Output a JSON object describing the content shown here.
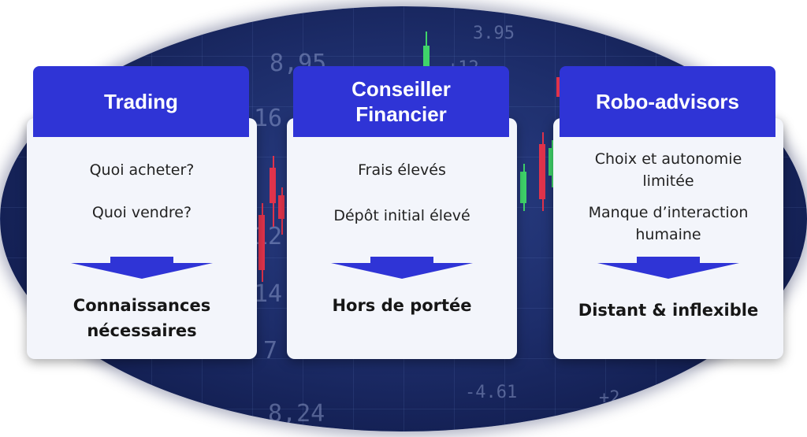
{
  "background": {
    "numbers": [
      "8,95",
      "16",
      "12",
      "14",
      "7",
      "-4.61",
      "8,24",
      "+12",
      "3.95",
      "+2"
    ]
  },
  "cards": [
    {
      "title": "Trading",
      "lines": [
        "Quoi acheter?",
        "Quoi vendre?"
      ],
      "conclusion": "Connaissances nécessaires"
    },
    {
      "title": "Conseiller Financier",
      "lines": [
        "Frais élevés",
        "Dépôt initial élevé"
      ],
      "conclusion": "Hors de portée"
    },
    {
      "title": "Robo-advisors",
      "lines": [
        "Choix et autonomie limitée",
        "Manque d’interaction humaine"
      ],
      "conclusion": "Distant & inflexible"
    }
  ],
  "colors": {
    "header": "#2f34d6",
    "arrow": "#2f34d6",
    "card": "#f3f5fb",
    "background": "#1d2d6a"
  }
}
